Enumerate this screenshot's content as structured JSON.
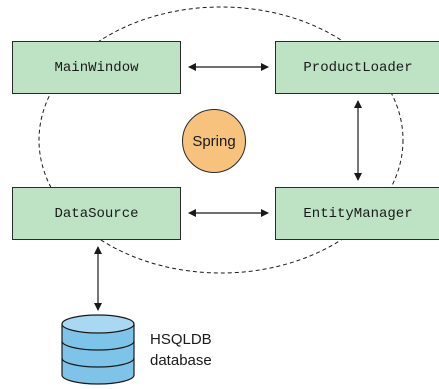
{
  "nodes": {
    "main_window": "MainWindow",
    "product_loader": "ProductLoader",
    "data_source": "DataSource",
    "entity_manager": "EntityManager",
    "spring": "Spring"
  },
  "database": {
    "line1": "HSQLDB",
    "line2": "database",
    "icon": "database-cylinder-icon"
  },
  "colors": {
    "box_fill": "#bde3c4",
    "spring_fill": "#f7c27c",
    "database_fill": "#7ec4e8",
    "stroke": "#2b2b2b"
  }
}
